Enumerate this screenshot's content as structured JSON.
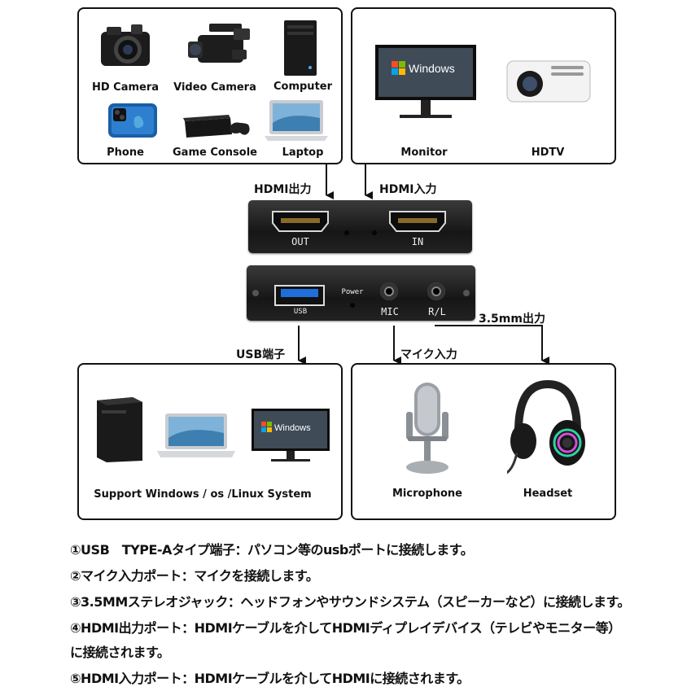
{
  "top_left_box": {
    "items": [
      {
        "label": "HD Camera",
        "icon": "dslr-camera-icon"
      },
      {
        "label": "Video Camera",
        "icon": "video-camera-icon"
      },
      {
        "label": "Computer",
        "icon": "pc-tower-icon"
      },
      {
        "label": "Phone",
        "icon": "phone-icon"
      },
      {
        "label": "Game Console",
        "icon": "game-console-icon"
      },
      {
        "label": "Laptop",
        "icon": "laptop-icon"
      }
    ]
  },
  "top_right_box": {
    "items": [
      {
        "label": "Monitor",
        "icon": "monitor-icon"
      },
      {
        "label": "HDTV",
        "icon": "projector-icon"
      }
    ],
    "screen_text": "Windows"
  },
  "flows": {
    "hdmi_out": "HDMI出力",
    "hdmi_in": "HDMI入力",
    "usb": "USB端子",
    "mic_in": "マイク入力",
    "audio_out": "3.5mm出力"
  },
  "device_front": {
    "out_label": "OUT",
    "in_label": "IN"
  },
  "device_back": {
    "usb_label": "USB",
    "power_label": "Power",
    "mic_label": "MIC",
    "rl_label": "R/L"
  },
  "bottom_left_box": {
    "caption": "Support Windows / os /Linux System",
    "screen_text": "Windows",
    "icons": [
      "pc-tower-icon",
      "laptop-icon",
      "monitor-icon"
    ]
  },
  "bottom_right_box": {
    "items": [
      {
        "label": "Microphone",
        "icon": "microphone-icon"
      },
      {
        "label": "Headset",
        "icon": "headset-icon"
      }
    ]
  },
  "descriptions": [
    "①USB　TYPE-Aタイプ端子：パソコン等のusbポートに接続します。",
    "②マイク入力ポート：マイクを接続します。",
    "③3.5MMステレオジャック：ヘッドフォンやサウンドシステム（スピーカーなど）に接続します。",
    "④HDMI出力ポート：HDMIケーブルを介してHDMIディプレイデバイス（テレビやモニター等）",
    "に接続されます。",
    "⑤HDMI入力ポート：HDMIケーブルを介してHDMIに接続されます。"
  ],
  "colors": {
    "usb_blue": "#1e6fd9",
    "device": "#1b1b1b",
    "border": "#111111"
  }
}
